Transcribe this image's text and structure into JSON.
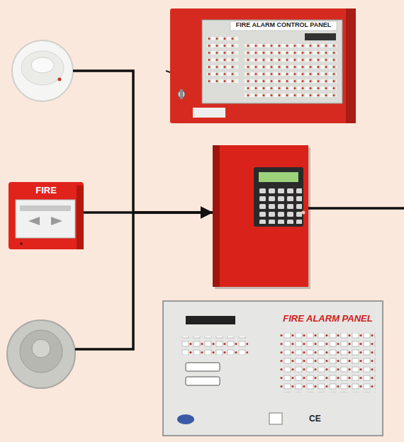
{
  "diagram": {
    "nodes": [
      {
        "text": []
      },
      {
        "text": [
          "FIRE ALARM CONTROL PANEL"
        ]
      },
      {
        "text": [
          "FIRE"
        ]
      },
      {
        "text": []
      },
      {
        "text": []
      },
      {
        "text": [
          "FIRE ALARM PANEL"
        ]
      }
    ],
    "edges": [
      {
        "from": 0,
        "to": 3,
        "arrow": "to"
      },
      {
        "from": 2,
        "to": 3,
        "arrow": "to"
      },
      {
        "from": 4,
        "to": 3,
        "arrow": "to"
      }
    ],
    "labels": [
      "CE"
    ]
  }
}
